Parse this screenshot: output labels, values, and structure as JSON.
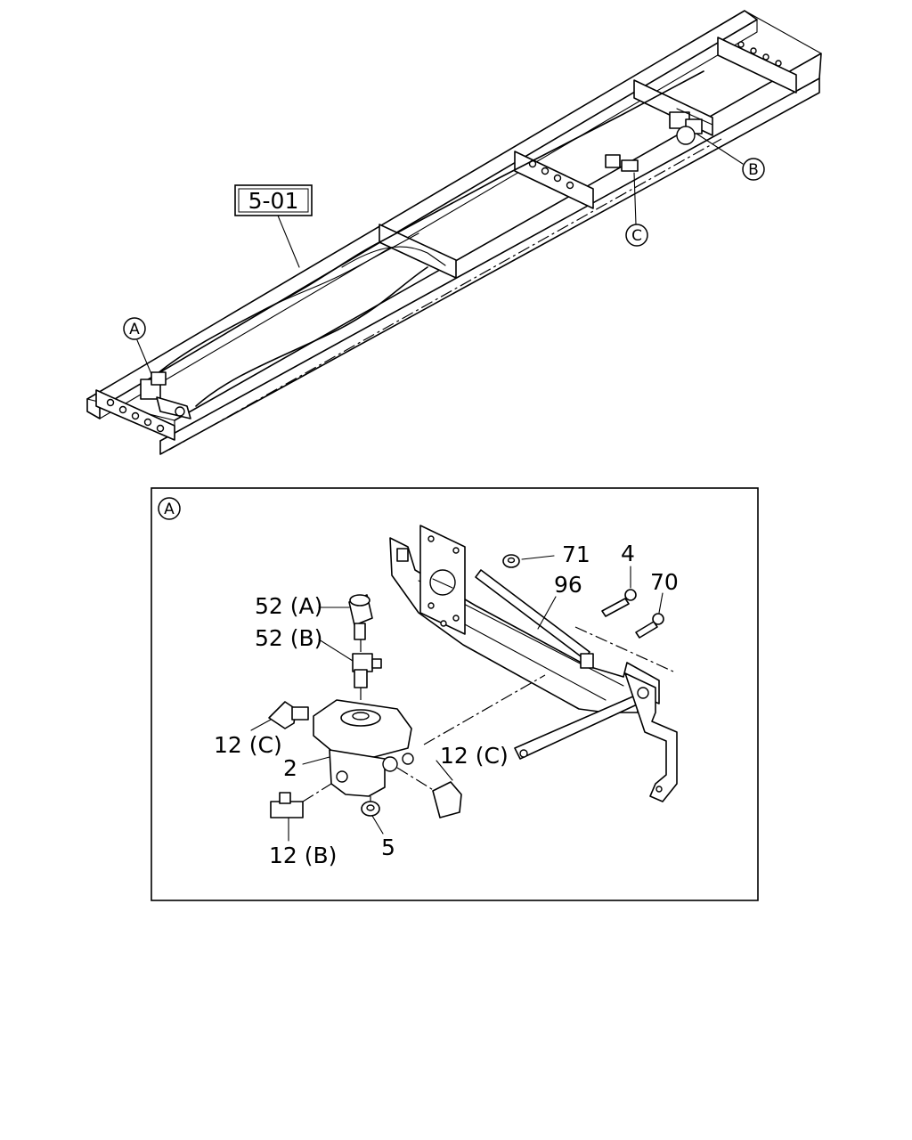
{
  "callouts": {
    "ref": "5-01",
    "a": "A",
    "b": "B",
    "c": "C"
  },
  "detail": {
    "marker": "A",
    "labels": {
      "p71": "71",
      "p4": "4",
      "p96": "96",
      "p70": "70",
      "p52a": "52 (A)",
      "p52b": "52 (B)",
      "p12c_left": "12 (C)",
      "p2": "2",
      "p12c_right": "12 (C)",
      "p12b": "12 (B)",
      "p5": "5"
    }
  }
}
